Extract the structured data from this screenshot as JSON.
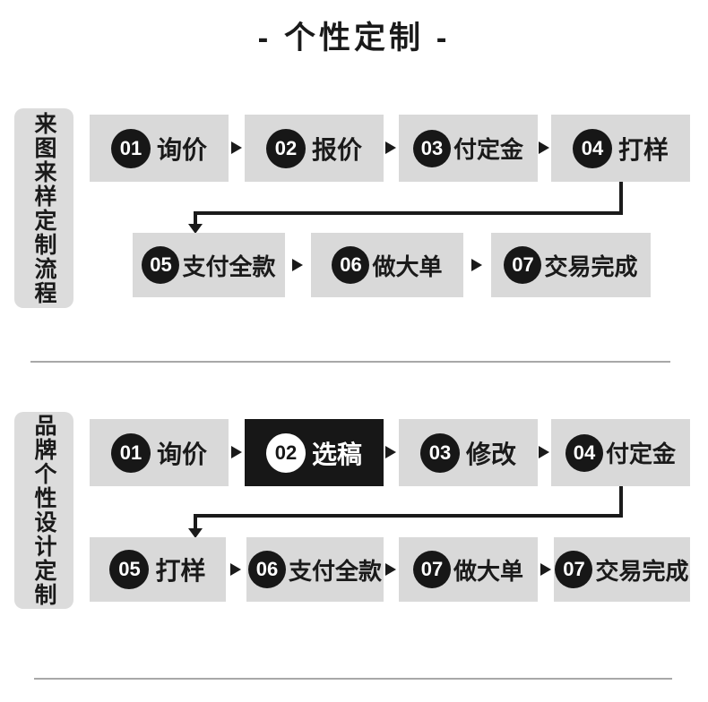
{
  "title": "- 个性定制 -",
  "colors": {
    "box_grey": "#d9d9d9",
    "ink_black": "#1a1a1a",
    "highlight_bg": "#171717",
    "divider_grey": "#a8a8a8"
  },
  "sections": [
    {
      "label": "来图来样定制流程",
      "row1": [
        {
          "num": "01",
          "label": "询价"
        },
        {
          "num": "02",
          "label": "报价"
        },
        {
          "num": "03",
          "label": "付定金"
        },
        {
          "num": "04",
          "label": "打样"
        }
      ],
      "row2": [
        {
          "num": "05",
          "label": "支付全款"
        },
        {
          "num": "06",
          "label": "做大单"
        },
        {
          "num": "07",
          "label": "交易完成"
        }
      ]
    },
    {
      "label": "品牌个性设计定制",
      "row1": [
        {
          "num": "01",
          "label": "询价"
        },
        {
          "num": "02",
          "label": "选稿"
        },
        {
          "num": "03",
          "label": "修改"
        },
        {
          "num": "04",
          "label": "付定金"
        }
      ],
      "row2": [
        {
          "num": "05",
          "label": "打样"
        },
        {
          "num": "06",
          "label": "支付全款"
        },
        {
          "num": "07",
          "label": "做大单"
        },
        {
          "num": "07",
          "label": "交易完成"
        }
      ]
    }
  ]
}
